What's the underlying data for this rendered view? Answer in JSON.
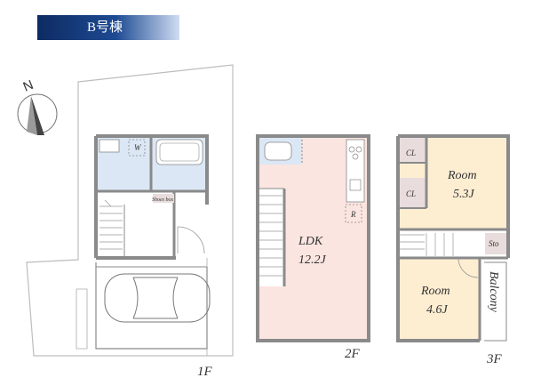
{
  "title": "B号棟",
  "compass": {
    "letter": "N"
  },
  "floors": {
    "f1": {
      "label": "1F",
      "washer": "W",
      "shoes": "Shoes box"
    },
    "f2": {
      "label": "2F",
      "ldk_name": "LDK",
      "ldk_size": "12.2J",
      "fridge": "R"
    },
    "f3": {
      "label": "3F",
      "closet1": "CL",
      "closet2": "CL",
      "room1_name": "Room",
      "room1_size": "5.3J",
      "storage": "Sto",
      "room2_name": "Room",
      "room2_size": "4.6J",
      "balcony": "Balcony"
    }
  },
  "colors": {
    "wall": "#8a8a8a",
    "wet_area": "#dbe7f4",
    "ldk_floor": "#fbe5e0",
    "room_floor": "#fdeed2",
    "closet": "#e9dcdc",
    "site": "#bdbdbd"
  }
}
